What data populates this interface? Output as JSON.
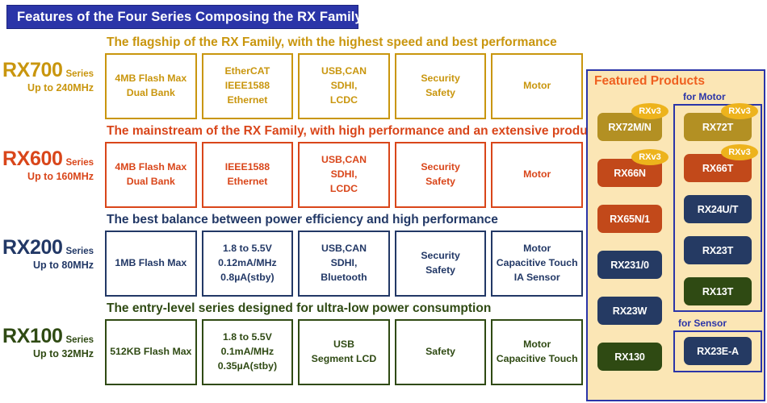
{
  "title": {
    "text": "Features of the Four Series Composing the RX Family"
  },
  "colors": {
    "title_bg": "#2b35a8",
    "rx700": "#c9960e",
    "rx600": "#d9461a",
    "rx200": "#223866",
    "rx100": "#2f4a13",
    "panel_bg": "#fbe6b5",
    "panel_border": "#2b35a8",
    "featured_title": "#ef6020",
    "badge": "#edb31c"
  },
  "series": [
    {
      "name": "RX700",
      "suffix": "Series",
      "speed": "Up to 240MHz",
      "headline": "The flagship of the RX Family, with the highest speed and best performance",
      "cells": [
        [
          "4MB Flash Max",
          "Dual Bank"
        ],
        [
          "EtherCAT",
          "IEEE1588",
          "Ethernet"
        ],
        [
          "USB,CAN",
          "SDHI,",
          "LCDC"
        ],
        [
          "Security",
          "Safety"
        ],
        [
          "Motor"
        ]
      ]
    },
    {
      "name": "RX600",
      "suffix": "Series",
      "speed": "Up to 160MHz",
      "headline": "The mainstream of the RX Family, with high performance and an extensive product lineup",
      "cells": [
        [
          "4MB Flash Max",
          "Dual Bank"
        ],
        [
          "IEEE1588",
          "Ethernet"
        ],
        [
          "USB,CAN",
          "SDHI,",
          "LCDC"
        ],
        [
          "Security",
          "Safety"
        ],
        [
          "Motor"
        ]
      ]
    },
    {
      "name": "RX200",
      "suffix": "Series",
      "speed": "Up to 80MHz",
      "headline": "The best balance between power efficiency and high performance",
      "cells": [
        [
          "1MB Flash Max"
        ],
        [
          "1.8 to 5.5V",
          "0.12mA/MHz",
          "0.8µA(stby)"
        ],
        [
          "USB,CAN",
          "SDHI,",
          "Bluetooth"
        ],
        [
          "Security",
          "Safety"
        ],
        [
          "Motor",
          "Capacitive Touch",
          "IA Sensor"
        ]
      ]
    },
    {
      "name": "RX100",
      "suffix": "Series",
      "speed": "Up to 32MHz",
      "headline": "The entry-level series designed for ultra-low power consumption",
      "cells": [
        [
          "512KB Flash Max"
        ],
        [
          "1.8 to 5.5V",
          "0.1mA/MHz",
          "0.35µA(stby)"
        ],
        [
          "USB",
          "Segment LCD"
        ],
        [
          "Safety"
        ],
        [
          "Motor",
          "Capacitive Touch"
        ]
      ]
    }
  ],
  "featured": {
    "title": "Featured Products",
    "labels": {
      "motor": "for Motor",
      "sensor": "for Sensor"
    },
    "badge_label": "RXv3",
    "left_column": [
      {
        "label": "RX72M/N",
        "color": "gold",
        "badge": true
      },
      {
        "label": "RX66N",
        "color": "orange",
        "badge": true
      },
      {
        "label": "RX65N/1",
        "color": "orange",
        "badge": false
      },
      {
        "label": "RX231/0",
        "color": "navy",
        "badge": false
      },
      {
        "label": "RX23W",
        "color": "navy",
        "badge": false
      },
      {
        "label": "RX130",
        "color": "green",
        "badge": false
      }
    ],
    "motor_column": [
      {
        "label": "RX72T",
        "color": "gold",
        "badge": true
      },
      {
        "label": "RX66T",
        "color": "orange",
        "badge": true
      },
      {
        "label": "RX24U/T",
        "color": "navy",
        "badge": false
      },
      {
        "label": "RX23T",
        "color": "navy",
        "badge": false
      },
      {
        "label": "RX13T",
        "color": "green",
        "badge": false
      }
    ],
    "sensor_column": [
      {
        "label": "RX23E-A",
        "color": "navy",
        "badge": false
      }
    ]
  }
}
